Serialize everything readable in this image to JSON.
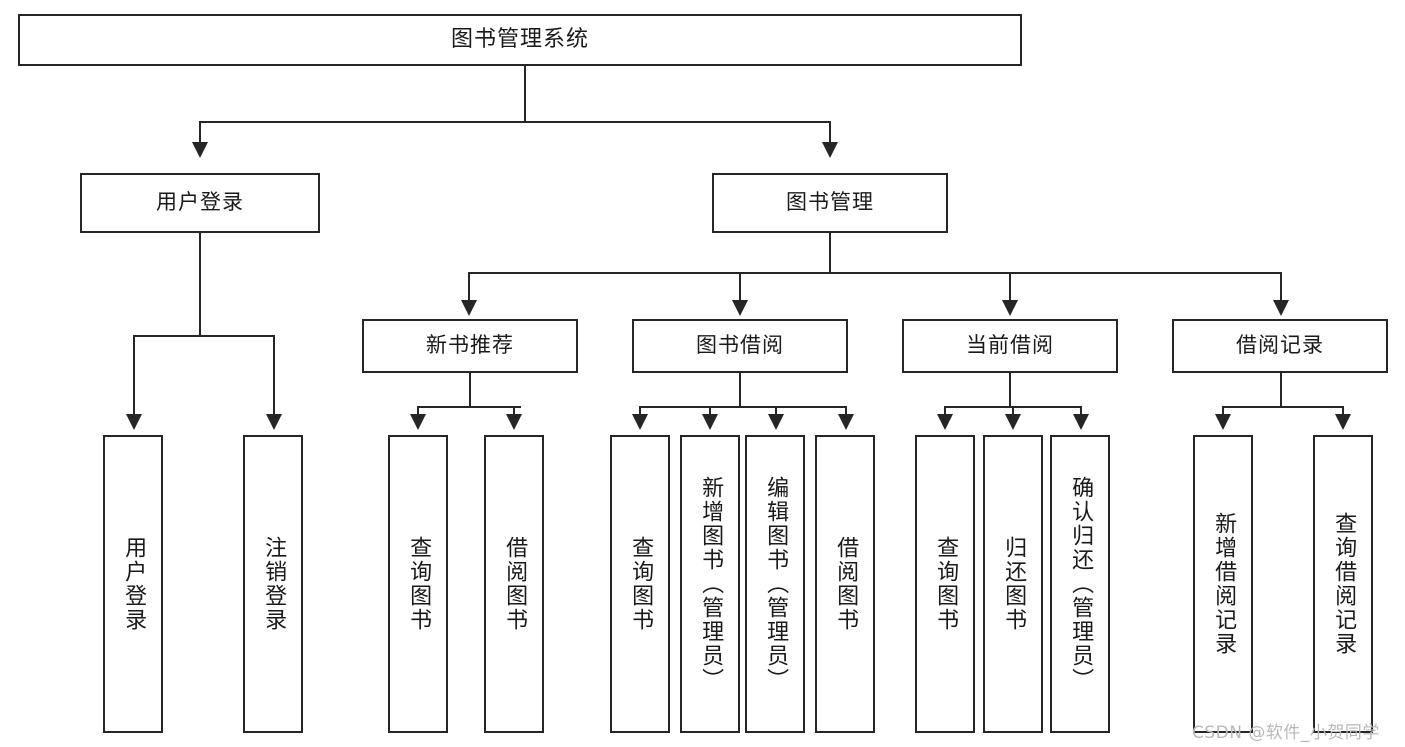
{
  "diagram": {
    "title": "图书管理系统",
    "type": "hierarchy-tree",
    "levels": 4
  },
  "root": {
    "label": "图书管理系统"
  },
  "level2": [
    {
      "label": "用户登录"
    },
    {
      "label": "图书管理"
    }
  ],
  "level3": [
    {
      "label": "新书推荐"
    },
    {
      "label": "图书借阅"
    },
    {
      "label": "当前借阅"
    },
    {
      "label": "借阅记录"
    }
  ],
  "leaves": {
    "user_login": [
      {
        "label": "用户登录"
      },
      {
        "label": "注销登录"
      }
    ],
    "new_book_recommend": [
      {
        "label": "查询图书"
      },
      {
        "label": "借阅图书"
      }
    ],
    "book_borrow": [
      {
        "label": "查询图书"
      },
      {
        "label": "新增图书（管理员）"
      },
      {
        "label": "编辑图书（管理员）"
      },
      {
        "label": "借阅图书"
      }
    ],
    "current_borrow": [
      {
        "label": "查询图书"
      },
      {
        "label": "归还图书"
      },
      {
        "label": "确认归还（管理员）"
      }
    ],
    "borrow_record": [
      {
        "label": "新增借阅记录"
      },
      {
        "label": "查询借阅记录"
      }
    ]
  },
  "watermark": {
    "text": "CSDN @软件_小贺同学"
  },
  "colors": {
    "stroke": "#262626",
    "background": "#ffffff",
    "text": "#1a1a1a",
    "watermark": "#b9b9b9"
  }
}
